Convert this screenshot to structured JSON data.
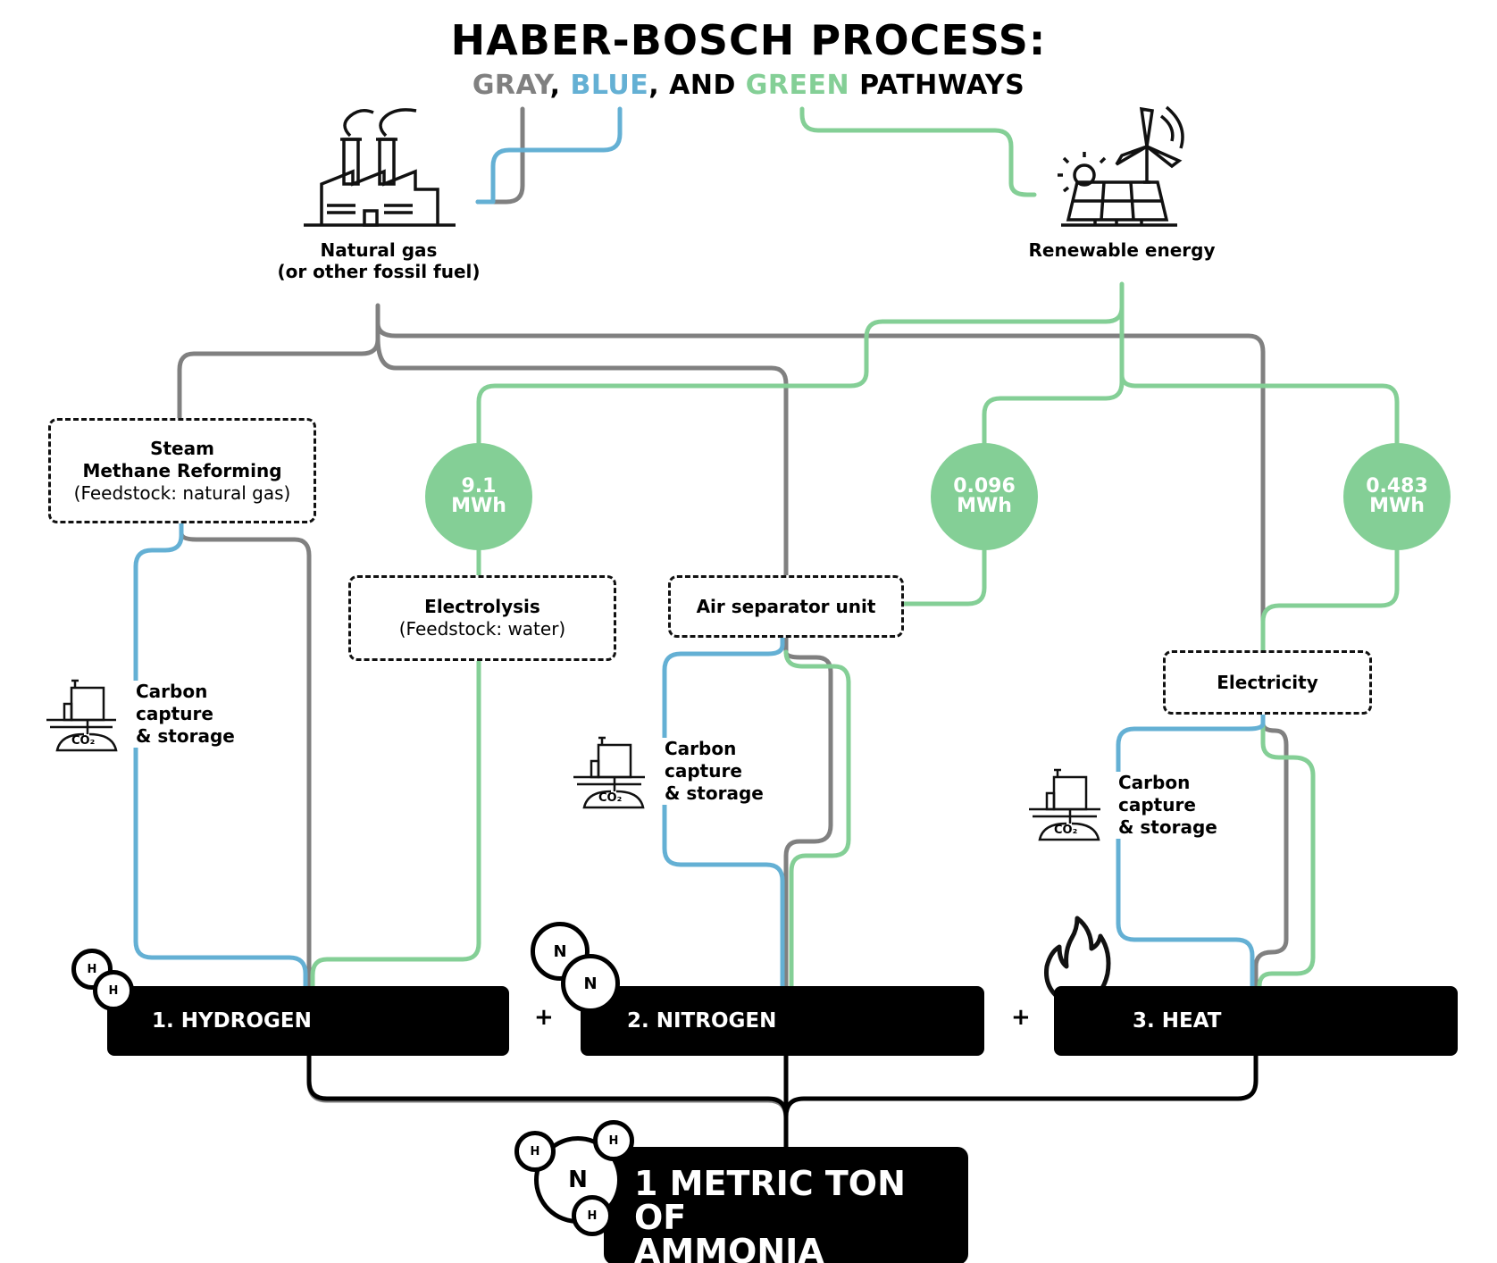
{
  "title": "HABER-BOSCH PROCESS:",
  "subtitle": {
    "gray": "GRAY",
    "sep1": ", ",
    "blue": "BLUE",
    "sep2": ", AND ",
    "green": "GREEN",
    "end": " PATHWAYS"
  },
  "colors": {
    "gray": "#808080",
    "blue": "#64b0d4",
    "green": "#84cf96",
    "black": "#000000"
  },
  "sources": {
    "natural_gas": {
      "line1": "Natural gas",
      "line2": "(or other fossil fuel)",
      "icon": "factory-icon"
    },
    "renewable": {
      "label": "Renewable energy",
      "icon": "wind-solar-icon"
    }
  },
  "processes": {
    "smr": {
      "line1": "Steam",
      "line2": "Methane Reforming",
      "note": "(Feedstock: natural gas)"
    },
    "electrolysis": {
      "line1": "Electrolysis",
      "note": "(Feedstock: water)"
    },
    "asu": {
      "label": "Air separator unit"
    },
    "electricity": {
      "label": "Electricity"
    }
  },
  "energy": [
    {
      "value": "9.1",
      "unit": "MWh"
    },
    {
      "value": "0.096",
      "unit": "MWh"
    },
    {
      "value": "0.483",
      "unit": "MWh"
    }
  ],
  "ccs": {
    "line1": "Carbon",
    "line2": "capture",
    "line3": "& storage",
    "icon_text": "CO₂"
  },
  "inputs": [
    {
      "label": "1. HYDROGEN",
      "icon": "hydrogen-molecule-icon"
    },
    {
      "label": "2. NITROGEN",
      "icon": "nitrogen-molecule-icon"
    },
    {
      "label": "3. HEAT",
      "icon": "flame-icon"
    }
  ],
  "plus": "+",
  "atoms": {
    "h": "H",
    "n": "N"
  },
  "output": {
    "line1": "1 METRIC TON OF",
    "line2": "AMMONIA",
    "icon": "ammonia-molecule-icon"
  }
}
